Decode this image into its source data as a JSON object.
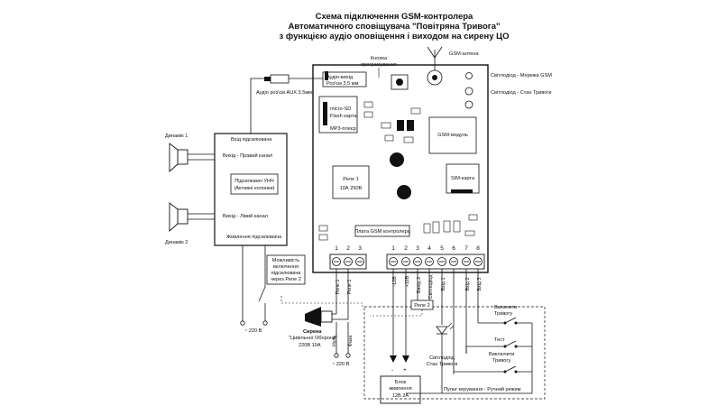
{
  "title": {
    "line1": "Схема підключення GSM-контролера",
    "line2": "Автоматичного сповіщувача \"Повітряна Тривога\"",
    "line3": "з функцією аудіо оповіщення і виходом на сирену ЦО"
  },
  "board": {
    "audio_out": [
      "Аудіо-вихід",
      "Роз'єм 3.5 мм"
    ],
    "prog_button": [
      "Кнопка",
      "програмування"
    ],
    "gsm_antenna": "GSM-антена",
    "led_gsm": "Світлодіод - Мережа GSM",
    "led_alarm": "Світлодіод - Стан Тривоги",
    "microsd": [
      "micro-SD",
      "Flash карта"
    ],
    "mp3": "MP3-плеєр",
    "gsm_module": "GSM-модуль",
    "sim": "SIM-карта",
    "relay": [
      "Реле 1",
      "10А 250В"
    ],
    "board_name": "Плата GSM контролера",
    "terminals": [
      "1",
      "2",
      "3",
      "1",
      "2",
      "3",
      "4",
      "5",
      "6",
      "7",
      "8"
    ],
    "pin_labels": [
      "Реле 1",
      "Реле 1",
      "-12В",
      "+12В",
      "Вихід 2",
      "Світлодіод",
      "Вхід 1",
      "Вхід 2",
      "Вхід 3"
    ]
  },
  "amp": {
    "aux": "Аудіо роз'єм AUX 3.5мм",
    "input": "Вхід підсилювача",
    "right": "Вихід - Правий канал",
    "unit": [
      "Підсилювач УНЧ",
      "(Активні колонки)"
    ],
    "left": "Вихід - Лівий канал",
    "power": "Живлення підсилювача",
    "mains": "~ 220 В",
    "speaker1": "Динамік 1",
    "speaker2": "Динамік 2",
    "relay_option": [
      "Можливість",
      "включення",
      "підсилювача",
      "через Реле 2"
    ]
  },
  "siren": {
    "name": "Сирена",
    "desc": "\"Цивільної Оборони\"",
    "rating": "220В 10А",
    "zero": "Нуль",
    "phase": "Фаза",
    "mains": "~ 220 В"
  },
  "psu": {
    "minus": "-",
    "plus": "+",
    "label": [
      "Блок",
      "живлення",
      "12В 2А"
    ]
  },
  "panel": {
    "relay2": "Реле 2",
    "led": [
      "Світлодіод",
      "Стан Тривоги"
    ],
    "btn_on": [
      "Включити",
      "Тривогу"
    ],
    "btn_test": "Тест",
    "btn_off": [
      "Виключити",
      "Тривогу"
    ],
    "name": "Пульт керування - Ручний режим"
  }
}
